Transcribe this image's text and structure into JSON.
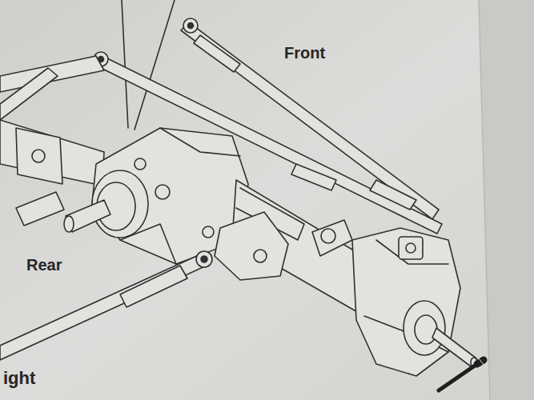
{
  "diagram": {
    "labels": [
      "Front",
      "Rear",
      "ight"
    ]
  }
}
